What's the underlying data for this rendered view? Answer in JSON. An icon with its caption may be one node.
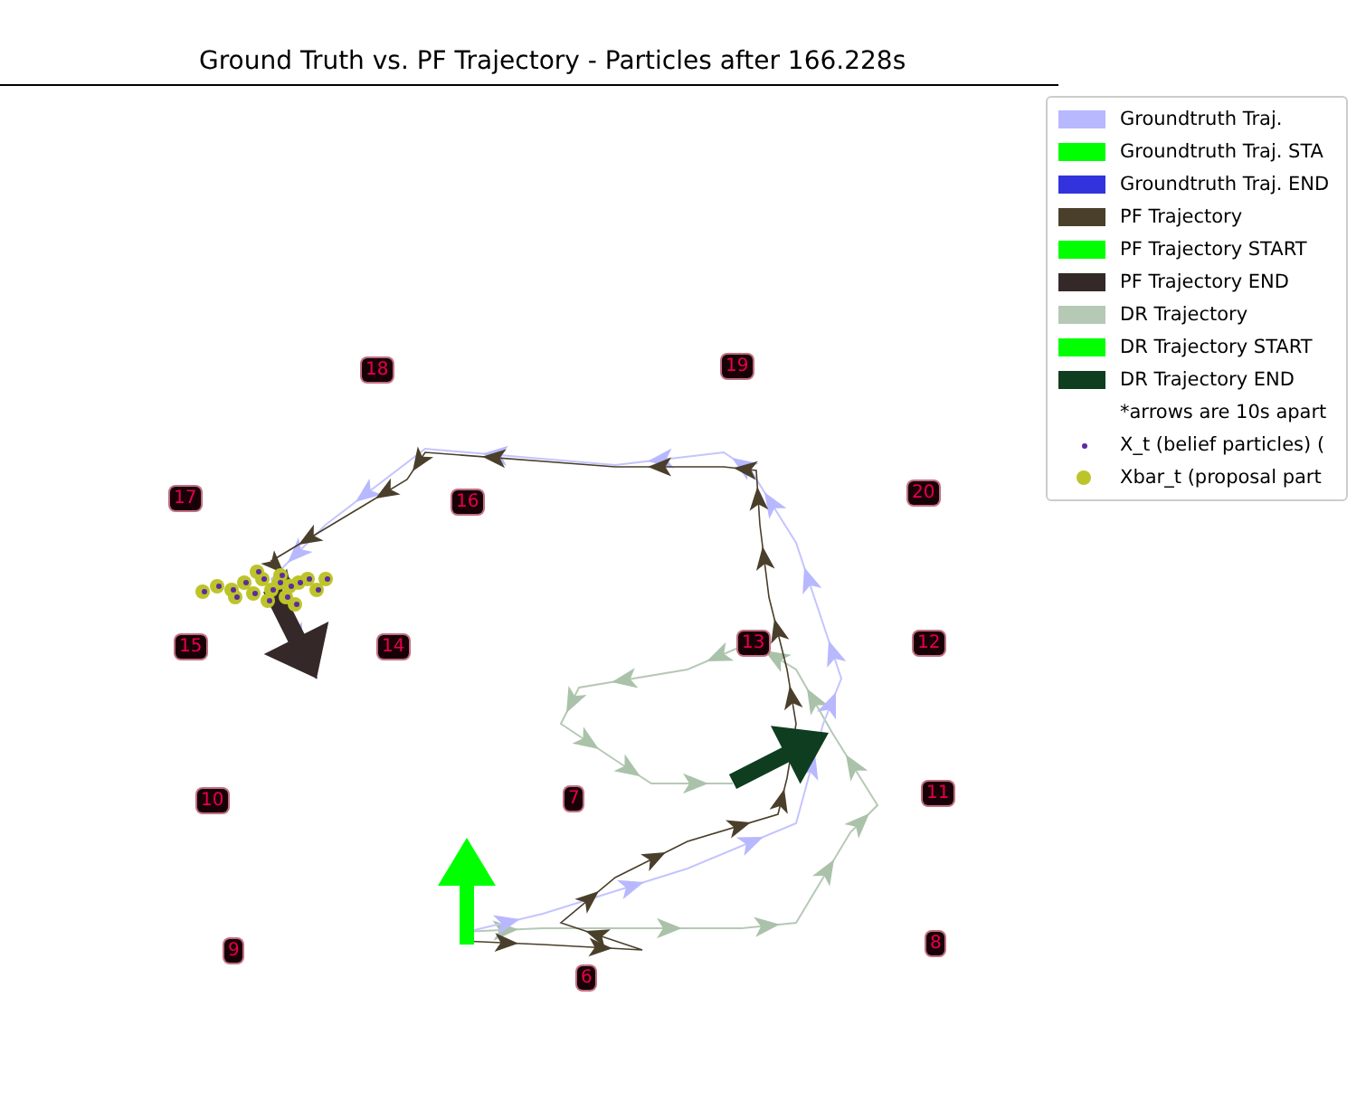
{
  "diagram": {
    "title": "Ground Truth vs. PF Trajectory - Particles after 166.228s",
    "labels": [
      "18",
      "19",
      "17",
      "16",
      "20",
      "15",
      "14",
      "13",
      "12",
      "10",
      "7",
      "11",
      "9",
      "8",
      "6"
    ],
    "legend": [
      {
        "text": "Groundtruth Traj.",
        "color": "#b8b8ff"
      },
      {
        "text": "Groundtruth Traj. STA",
        "color": "#00ff00"
      },
      {
        "text": "Groundtruth Traj. END",
        "color": "#3333dd"
      },
      {
        "text": "PF Trajectory",
        "color": "#4a3f2a"
      },
      {
        "text": "PF Trajectory START",
        "color": "#00ff00"
      },
      {
        "text": "PF Trajectory END",
        "color": "#352828"
      },
      {
        "text": "DR Trajectory",
        "color": "#b5c9b5"
      },
      {
        "text": "DR Trajectory START",
        "color": "#00ff00"
      },
      {
        "text": "DR Trajectory END",
        "color": "#0f3d1f"
      },
      {
        "text": "*arrows are 10s apart"
      },
      {
        "text": "X_t (belief particles) ("
      },
      {
        "text": "Xbar_t (proposal part"
      }
    ]
  }
}
